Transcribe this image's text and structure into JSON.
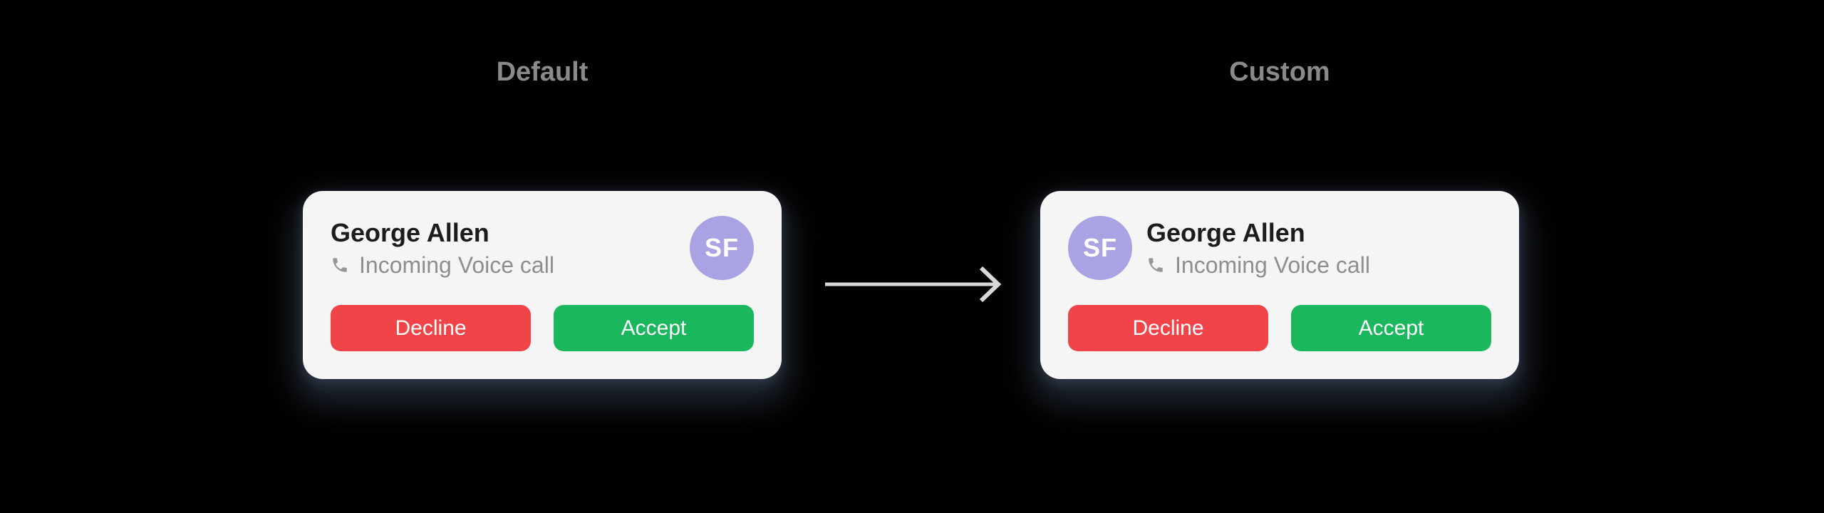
{
  "page": {
    "background": "#000000"
  },
  "labels": {
    "default": "Default",
    "custom": "Custom"
  },
  "arrow": {
    "direction": "right",
    "color": "#d8d8d8"
  },
  "cards": {
    "default": {
      "caller_name": "George Allen",
      "call_status": "Incoming Voice call",
      "status_icon": "phone-icon",
      "avatar_initials": "SF",
      "avatar_position": "right",
      "decline_label": "Decline",
      "accept_label": "Accept"
    },
    "custom": {
      "caller_name": "George Allen",
      "call_status": "Incoming Voice call",
      "status_icon": "phone-icon",
      "avatar_initials": "SF",
      "avatar_position": "left",
      "decline_label": "Decline",
      "accept_label": "Accept"
    }
  },
  "colors": {
    "card_background": "#f5f5f6",
    "caller_name": "#1c1c1e",
    "call_status": "#8e8e8e",
    "avatar_background": "#a9a2e3",
    "avatar_text": "#ffffff",
    "decline_button": "#f04449",
    "accept_button": "#1bb75d",
    "section_label": "#8a8a8a",
    "arrow": "#d8d8d8"
  }
}
